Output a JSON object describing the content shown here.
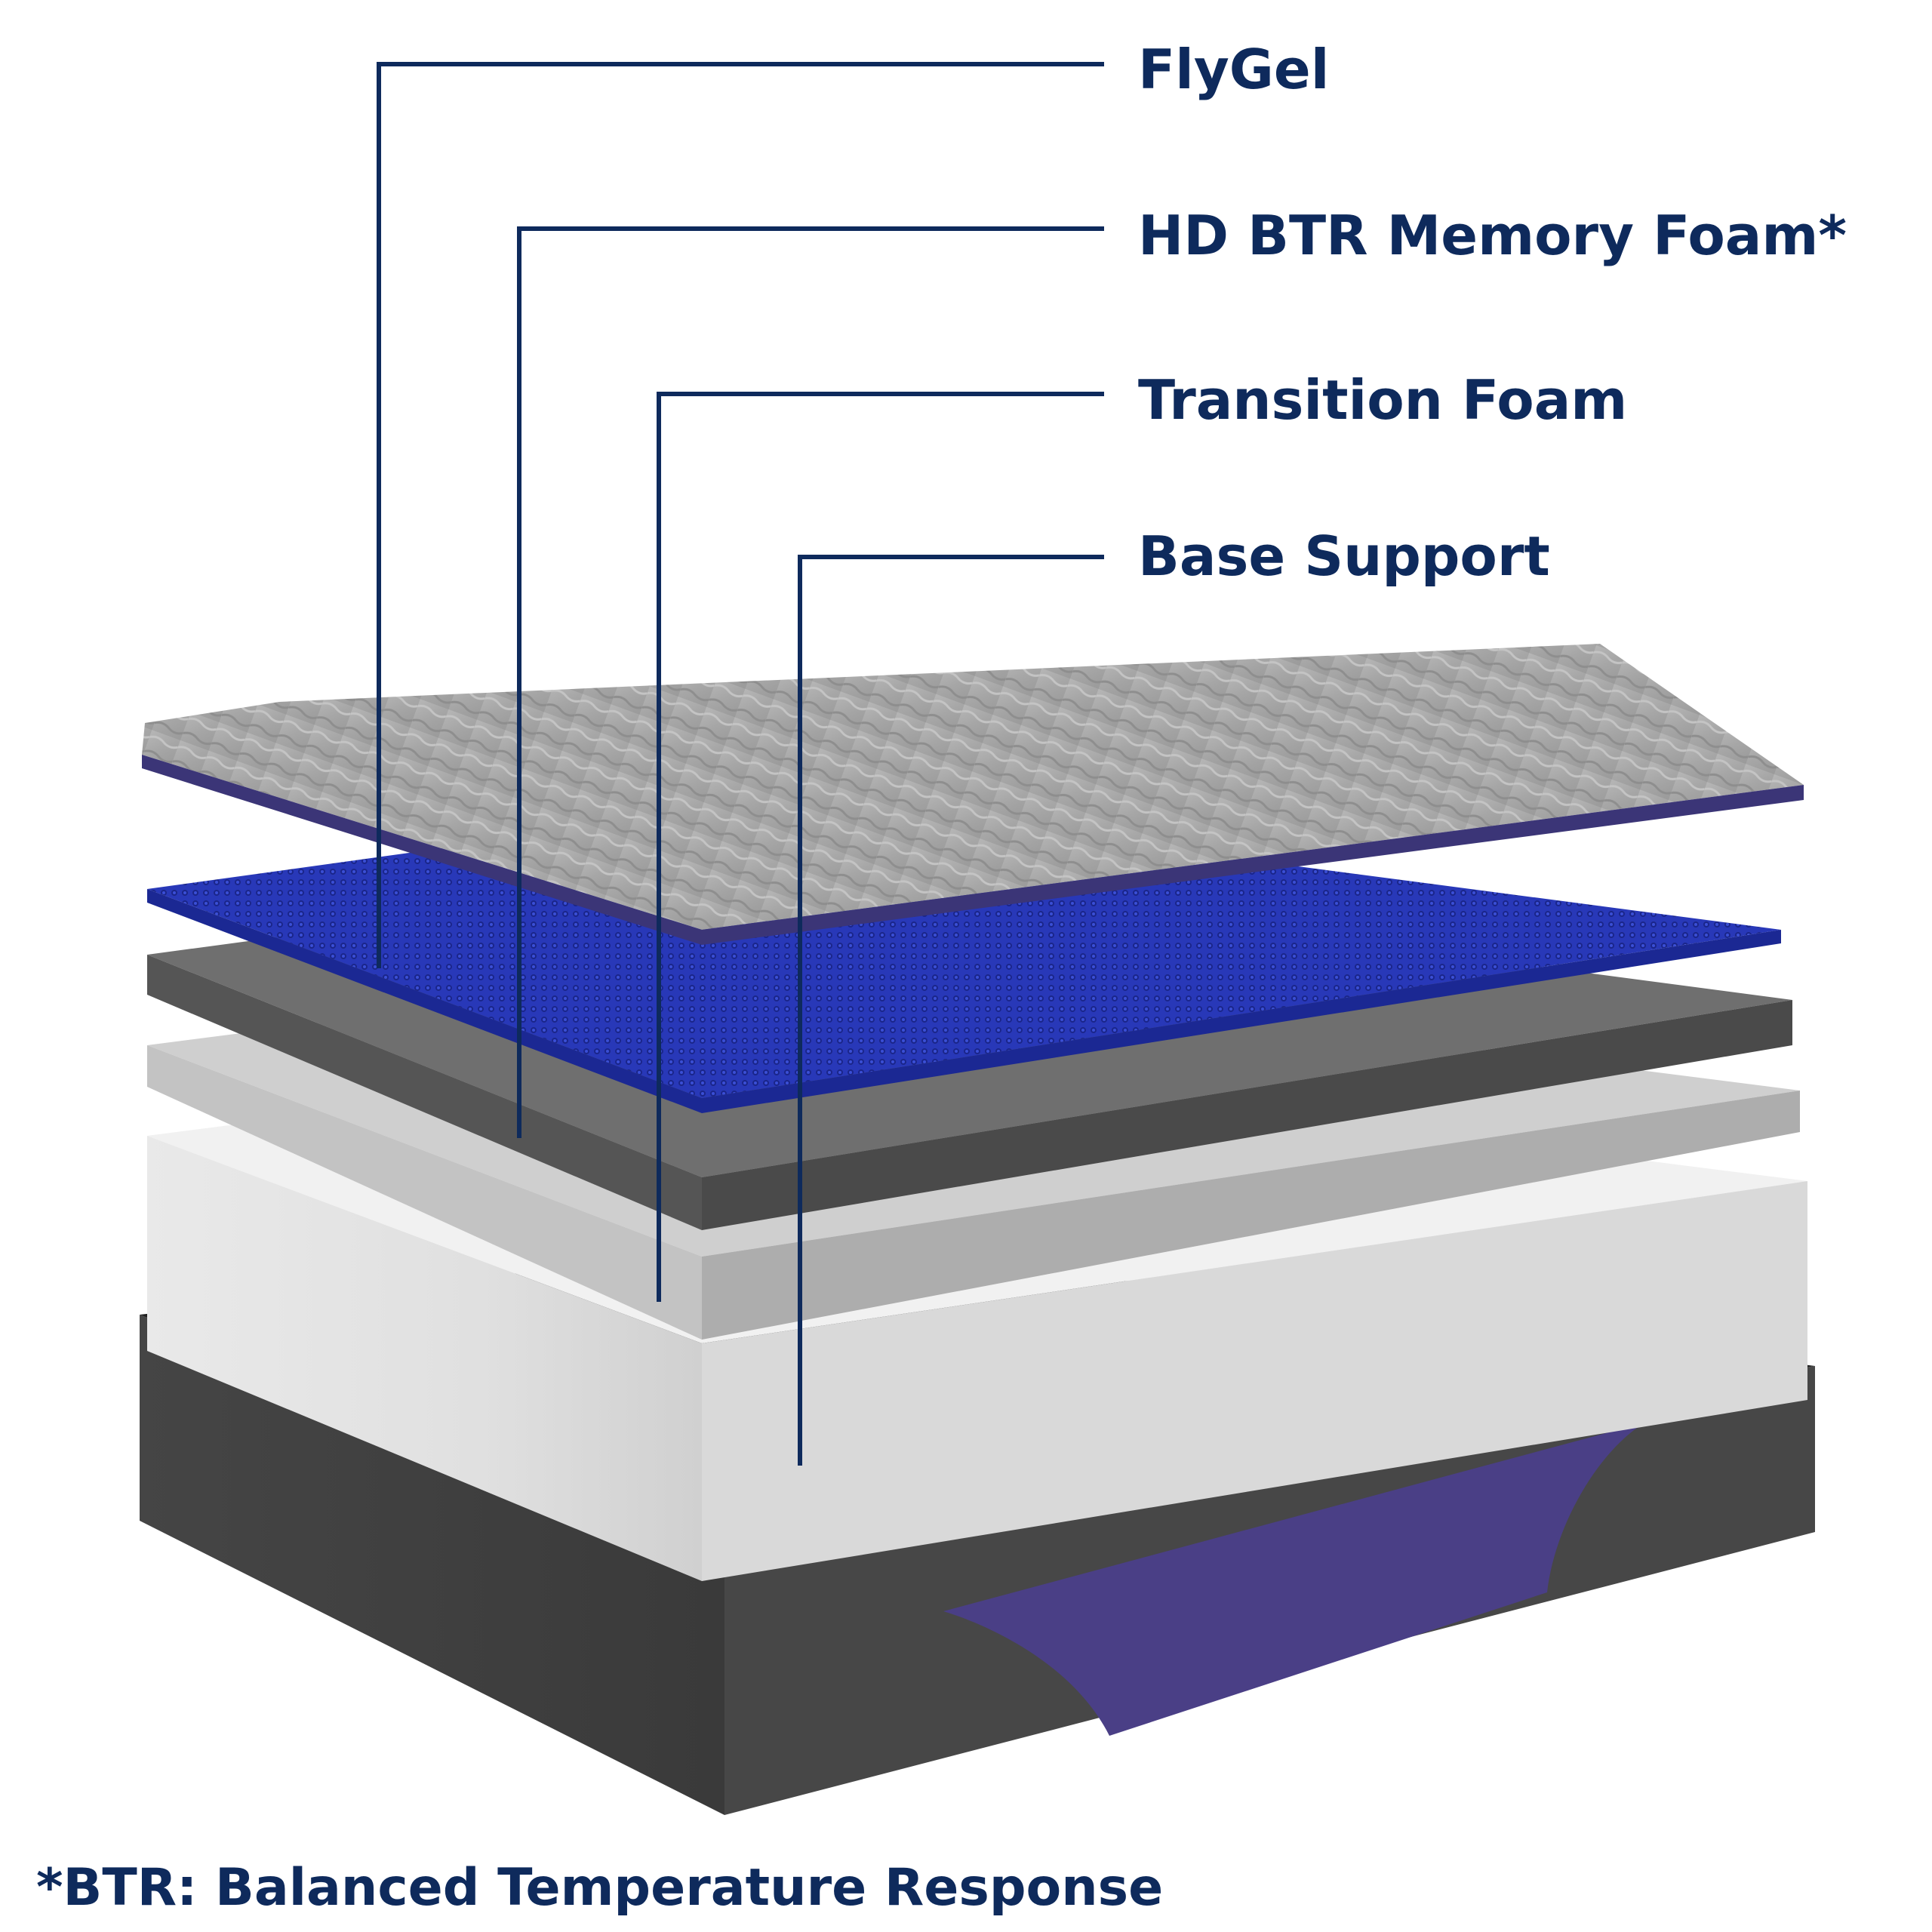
{
  "labels": {
    "flygel": "FlyGel",
    "memory_foam": "HD BTR Memory Foam*",
    "transition": "Transition Foam",
    "base": "Base Support"
  },
  "footnote": "*BTR: Balanced Temperature Response",
  "colors": {
    "navy": "#0e2a5c",
    "cover_grey": "#a9a9a9",
    "cover_band": "#3b3577",
    "flygel_blue": "#2434b4",
    "memory_dark": "#4d4d4d",
    "transition_grey": "#b9b9b9",
    "base_white": "#ececec",
    "foundation_dark": "#3c3c3c",
    "accent_purple": "#4a3f86"
  }
}
